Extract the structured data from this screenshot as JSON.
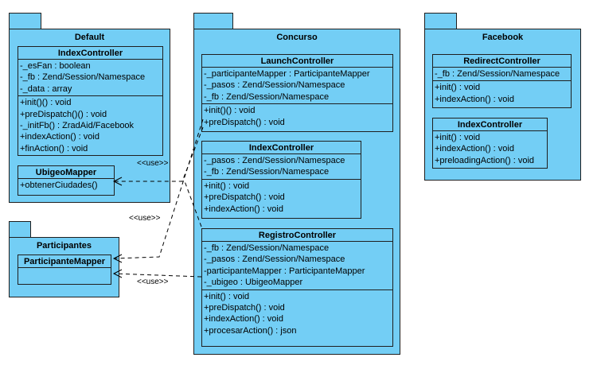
{
  "packages": {
    "default": {
      "title": "Default",
      "index_controller": {
        "name": "IndexController",
        "attributes": [
          "-_esFan : boolean",
          "-_fb : Zend/Session/Namespace",
          "-_data : array"
        ],
        "operations": [
          "+init()() : void",
          "+preDispatch()() : void",
          "-_initFb() : ZradAid/Facebook",
          "+indexAction() : void",
          "+finAction() : void"
        ]
      },
      "ubigeo_mapper": {
        "name": "UbigeoMapper",
        "operations": [
          "+obtenerCiudades()"
        ]
      }
    },
    "participantes": {
      "title": "Participantes",
      "participante_mapper": {
        "name": "ParticipanteMapper"
      }
    },
    "concurso": {
      "title": "Concurso",
      "launch_controller": {
        "name": "LaunchController",
        "attributes": [
          "-_participanteMapper : ParticipanteMapper",
          "-_pasos : Zend/Session/Namespace",
          "-_fb : Zend/Session/Namespace"
        ],
        "operations": [
          "+init()() : void",
          "+preDispatch() : void"
        ]
      },
      "index_controller": {
        "name": "IndexController",
        "attributes": [
          "-_pasos : Zend/Session/Namespace",
          "-_fb : Zend/Session/Namespace"
        ],
        "operations": [
          "+init() : void",
          "+preDispatch() : void",
          "+indexAction() : void"
        ]
      },
      "registro_controller": {
        "name": "RegistroController",
        "attributes": [
          "-_fb : Zend/Session/Namespace",
          "-_pasos : Zend/Session/Namespace",
          "-participanteMapper : ParticipanteMapper",
          "-_ubigeo : UbigeoMapper"
        ],
        "operations": [
          "+init() : void",
          "+preDispatch() : void",
          "+indexAction() : void",
          "+procesarAction() : json"
        ]
      }
    },
    "facebook": {
      "title": "Facebook",
      "redirect_controller": {
        "name": "RedirectController",
        "attributes": [
          "-_fb : Zend/Session/Namespace"
        ],
        "operations": [
          "+init() : void",
          "+indexAction() : void"
        ]
      },
      "index_controller": {
        "name": "IndexController",
        "operations": [
          "+init() : void",
          "+indexAction() : void",
          "+preloadingAction() : void"
        ]
      }
    }
  },
  "relations": {
    "use_label_1": "<<use>>",
    "use_label_2": "<<use>>",
    "use_label_3": "<<use>>"
  }
}
